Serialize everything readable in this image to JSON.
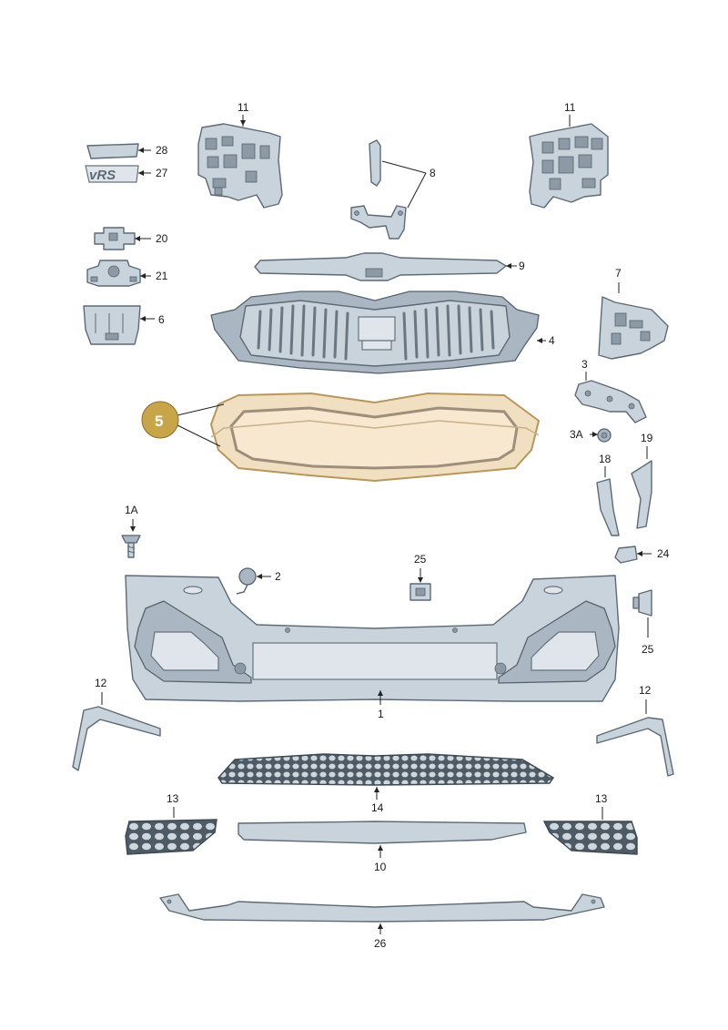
{
  "highlight": {
    "label": "5",
    "color": "#c9a54a"
  },
  "labels": {
    "l28": "28",
    "l27": "27",
    "l20": "20",
    "l21": "21",
    "l6": "6",
    "l11a": "11",
    "l11b": "11",
    "l8": "8",
    "l9": "9",
    "l4": "4",
    "l7": "7",
    "l3": "3",
    "l3a": "3A",
    "l18": "18",
    "l19": "19",
    "l1a": "1A",
    "l2": "2",
    "l25a": "25",
    "l24": "24",
    "l25b": "25",
    "l1": "1",
    "l12a": "12",
    "l12b": "12",
    "l14": "14",
    "l13a": "13",
    "l13b": "13",
    "l10": "10",
    "l26": "26"
  },
  "emblem_text": "vRS",
  "colors": {
    "part": "#c9d3dc",
    "outline": "#5d6a75",
    "highlight_fill": "#f0dfc1"
  }
}
